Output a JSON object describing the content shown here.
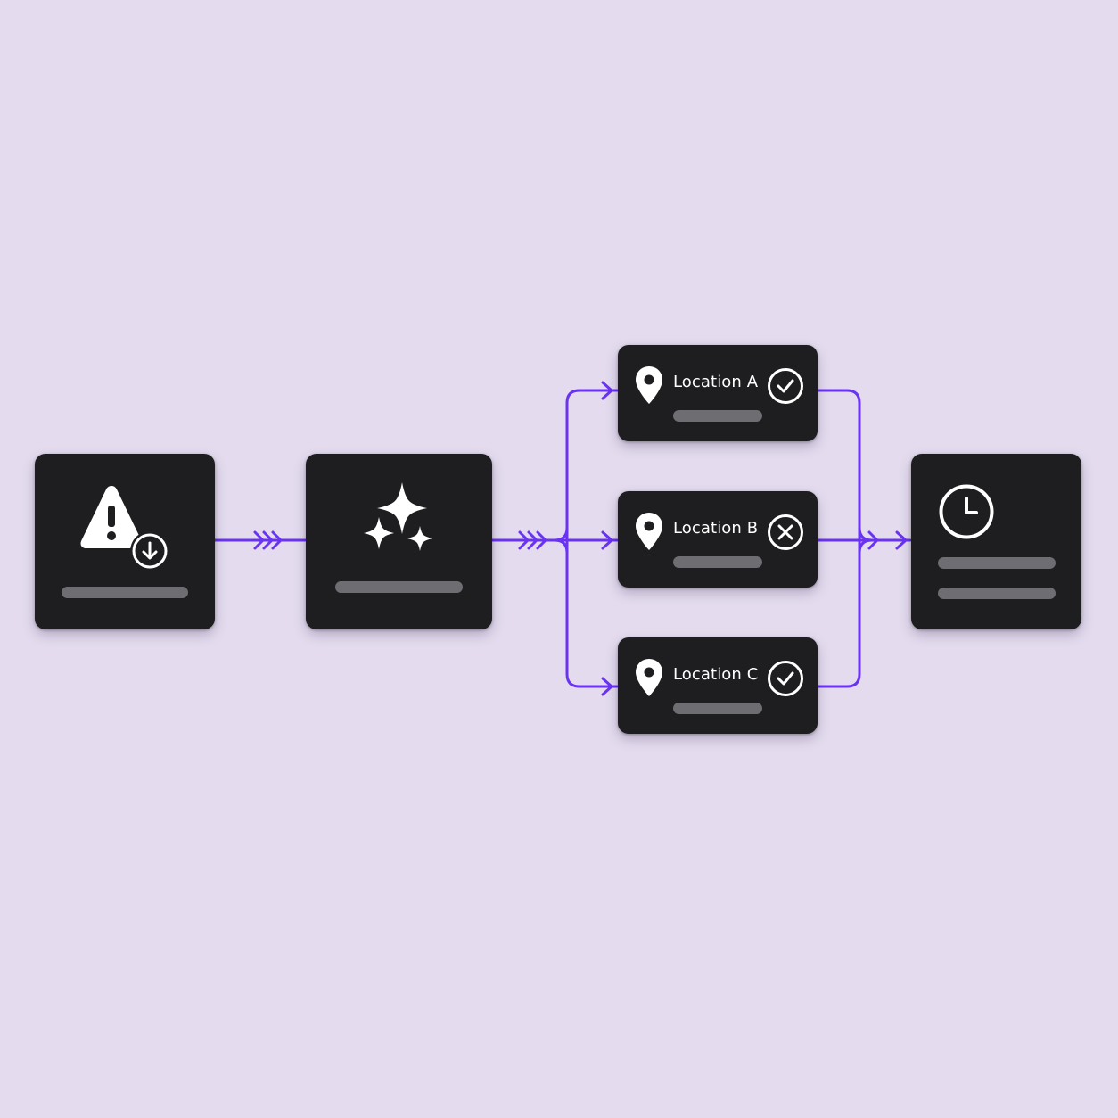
{
  "theme": {
    "background": "#e4dcee",
    "card": "#1e1e20",
    "accent": "#6a33f2",
    "placeholder_bar": "#6e6e72",
    "icon": "#ffffff"
  },
  "nodes": {
    "alert": {
      "icons": [
        "warning-triangle-icon",
        "download-circle-icon"
      ],
      "placeholder_lines": 1
    },
    "process": {
      "icons": [
        "sparkles-icon"
      ],
      "placeholder_lines": 1
    },
    "locations": [
      {
        "label": "Location A",
        "icon": "map-pin-icon",
        "status": "success",
        "status_icon": "check-circle-icon",
        "placeholder_lines": 1
      },
      {
        "label": "Location B",
        "icon": "map-pin-icon",
        "status": "failed",
        "status_icon": "x-circle-icon",
        "placeholder_lines": 1
      },
      {
        "label": "Location C",
        "icon": "map-pin-icon",
        "status": "success",
        "status_icon": "check-circle-icon",
        "placeholder_lines": 1
      }
    ],
    "schedule": {
      "icons": [
        "clock-icon"
      ],
      "placeholder_lines": 2
    }
  },
  "edges": [
    {
      "from": "alert",
      "to": "process",
      "style": "triple-chevron"
    },
    {
      "from": "process",
      "to": "Location A",
      "style": "arrow"
    },
    {
      "from": "process",
      "to": "Location B",
      "style": "arrow"
    },
    {
      "from": "process",
      "to": "Location C",
      "style": "arrow"
    },
    {
      "from": "Location A",
      "to": "schedule",
      "style": "arrow"
    },
    {
      "from": "Location B",
      "to": "schedule",
      "style": "arrow"
    },
    {
      "from": "Location C",
      "to": "schedule",
      "style": "arrow"
    }
  ]
}
